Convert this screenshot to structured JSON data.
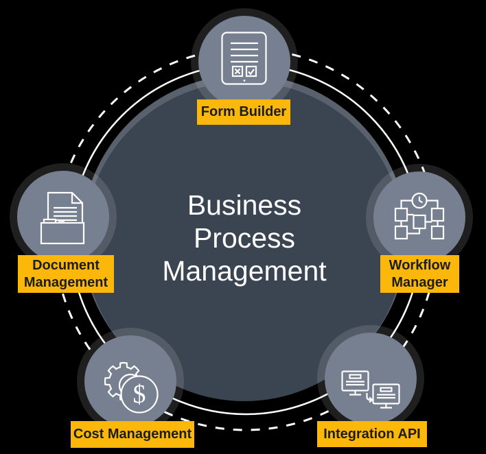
{
  "diagram": {
    "title": "Business Process Management",
    "background_color": "#000000",
    "center_circle_color": "#3b4551",
    "satellite_circle_color": "#778090",
    "accent_yellow": "#fcb80a",
    "label_text_color": "#1c1c1c",
    "ring_color": "#ffffff",
    "icon_stroke_color": "#ffffff",
    "nodes": [
      {
        "label": "Form Builder",
        "icon": "form-checklist-icon"
      },
      {
        "label": "Document Management",
        "icon": "document-folder-icon"
      },
      {
        "label": "Workflow Manager",
        "icon": "workflow-flowchart-icon"
      },
      {
        "label": "Cost Management",
        "icon": "gear-dollar-icon"
      },
      {
        "label": "Integration API",
        "icon": "connected-monitors-icon"
      }
    ],
    "cost_icon_symbol": "$"
  }
}
